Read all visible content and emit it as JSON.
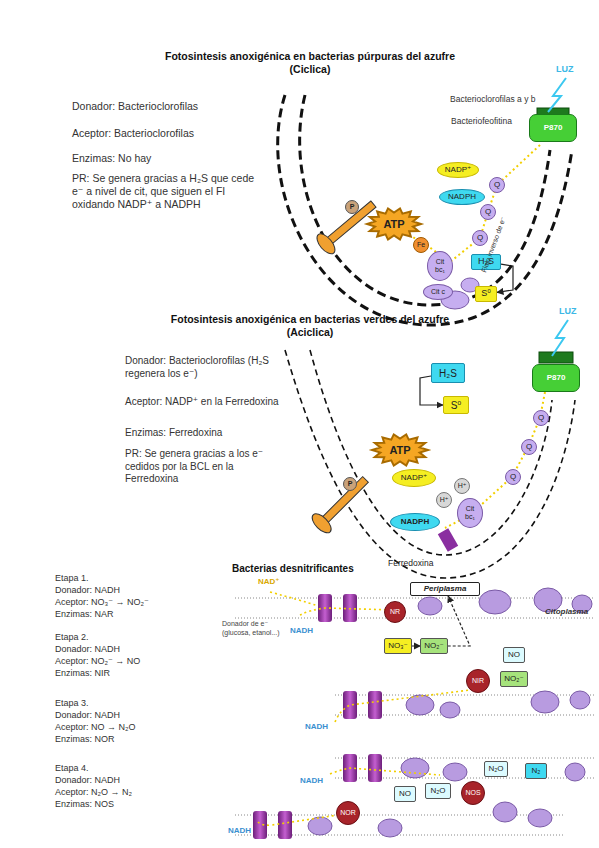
{
  "diagram": {
    "nodes": [
      {
        "text": [
          "P870"
        ]
      },
      {
        "text": [
          "NADP⁺"
        ]
      },
      {
        "text": [
          "NADPH"
        ]
      },
      {
        "text": [
          "Q"
        ]
      },
      {
        "text": [
          "Q"
        ]
      },
      {
        "text": [
          "Q"
        ]
      },
      {
        "text": [
          "Cit bc₁"
        ]
      },
      {
        "text": [
          "Cit c"
        ]
      },
      {
        "text": [
          "ATP"
        ]
      },
      {
        "text": [
          "P"
        ]
      },
      {
        "text": [
          "Fe"
        ]
      },
      {
        "text": [
          "H₂S"
        ]
      },
      {
        "text": [
          "S⁰"
        ]
      },
      {
        "text": [
          "P870"
        ]
      },
      {
        "text": [
          "H₂S"
        ]
      },
      {
        "text": [
          "S⁰"
        ]
      },
      {
        "text": [
          "Q"
        ]
      },
      {
        "text": [
          "Q"
        ]
      },
      {
        "text": [
          "Q"
        ]
      },
      {
        "text": [
          "Cit bc₁"
        ]
      },
      {
        "text": [
          "NADP⁺"
        ]
      },
      {
        "text": [
          "NADPH"
        ]
      },
      {
        "text": [
          "ATP"
        ]
      },
      {
        "text": [
          "P"
        ]
      },
      {
        "text": [
          "H⁺"
        ]
      },
      {
        "text": [
          "H⁺"
        ]
      },
      {
        "text": [
          "Periplasma"
        ]
      },
      {
        "text": [
          "NR"
        ]
      },
      {
        "text": [
          "NO₃⁻"
        ]
      },
      {
        "text": [
          "NO₂⁻"
        ]
      },
      {
        "text": [
          "NIR"
        ]
      },
      {
        "text": [
          "NO"
        ]
      },
      {
        "text": [
          "NO₂⁻"
        ]
      },
      {
        "text": [
          "N₂O"
        ]
      },
      {
        "text": [
          "N₂"
        ]
      },
      {
        "text": [
          "NO"
        ]
      },
      {
        "text": [
          "N₂O"
        ]
      },
      {
        "text": [
          "NOS"
        ]
      },
      {
        "text": [
          "NOR"
        ]
      }
    ],
    "edges": [
      {
        "from": 11,
        "to": 12,
        "arrow": "to"
      },
      {
        "from": 14,
        "to": 15,
        "arrow": "to"
      },
      {
        "from": 28,
        "to": 29,
        "arrow": "to"
      },
      {
        "from": 29,
        "to": 26,
        "arrow": "to"
      }
    ],
    "labels": [
      "Fotosintesis anoxigénica en bacterias púrpuras del azufre (Ciclica)",
      "Donador: Bacterioclorofilas",
      "Aceptor: Bacterioclorofilas",
      "Enzimas: No hay",
      "PR: Se genera gracias a H₂S que cede e⁻ a nivel de cit, que siguen el FI oxidando NADP⁺ a NADPH",
      "LUZ",
      "Bacterioclorofilas a y b",
      "Bacteriofeofitina",
      "Flujo inverso de e⁻",
      "Fotosintesis anoxigénica en bacterias verdes del azufre (Aciclica)",
      "Donador: Bacterioclorofilas (H₂S regenera los e⁻)",
      "Aceptor: NADP⁺ en la Ferredoxina",
      "Enzimas: Ferredoxina",
      "PR: Se genera gracias a los e⁻ cedidos por la BCL en la Ferredoxina",
      "LUZ",
      "Ferredoxina",
      "Bacterias desnitrificantes",
      "Etapa 1.",
      "Donador: NADH",
      "Aceptor: NO₃⁻ → NO₂⁻",
      "Enzimas: NAR",
      "Etapa 2.",
      "Donador: NADH",
      "Aceptor: NO₂⁻ → NO",
      "Enzimas: NIR",
      "Etapa 3.",
      "Donador: NADH",
      "Aceptor: NO → N₂O",
      "Enzimas: NOR",
      "Etapa 4.",
      "Donador: NADH",
      "Aceptor: N₂O → N₂",
      "Enzimas: NOS",
      "NAD⁺",
      "NADH",
      "Donador de e⁻ (glucosa, etanol...)",
      "Citoplasma",
      "NADH",
      "NADH",
      "NADH"
    ]
  }
}
